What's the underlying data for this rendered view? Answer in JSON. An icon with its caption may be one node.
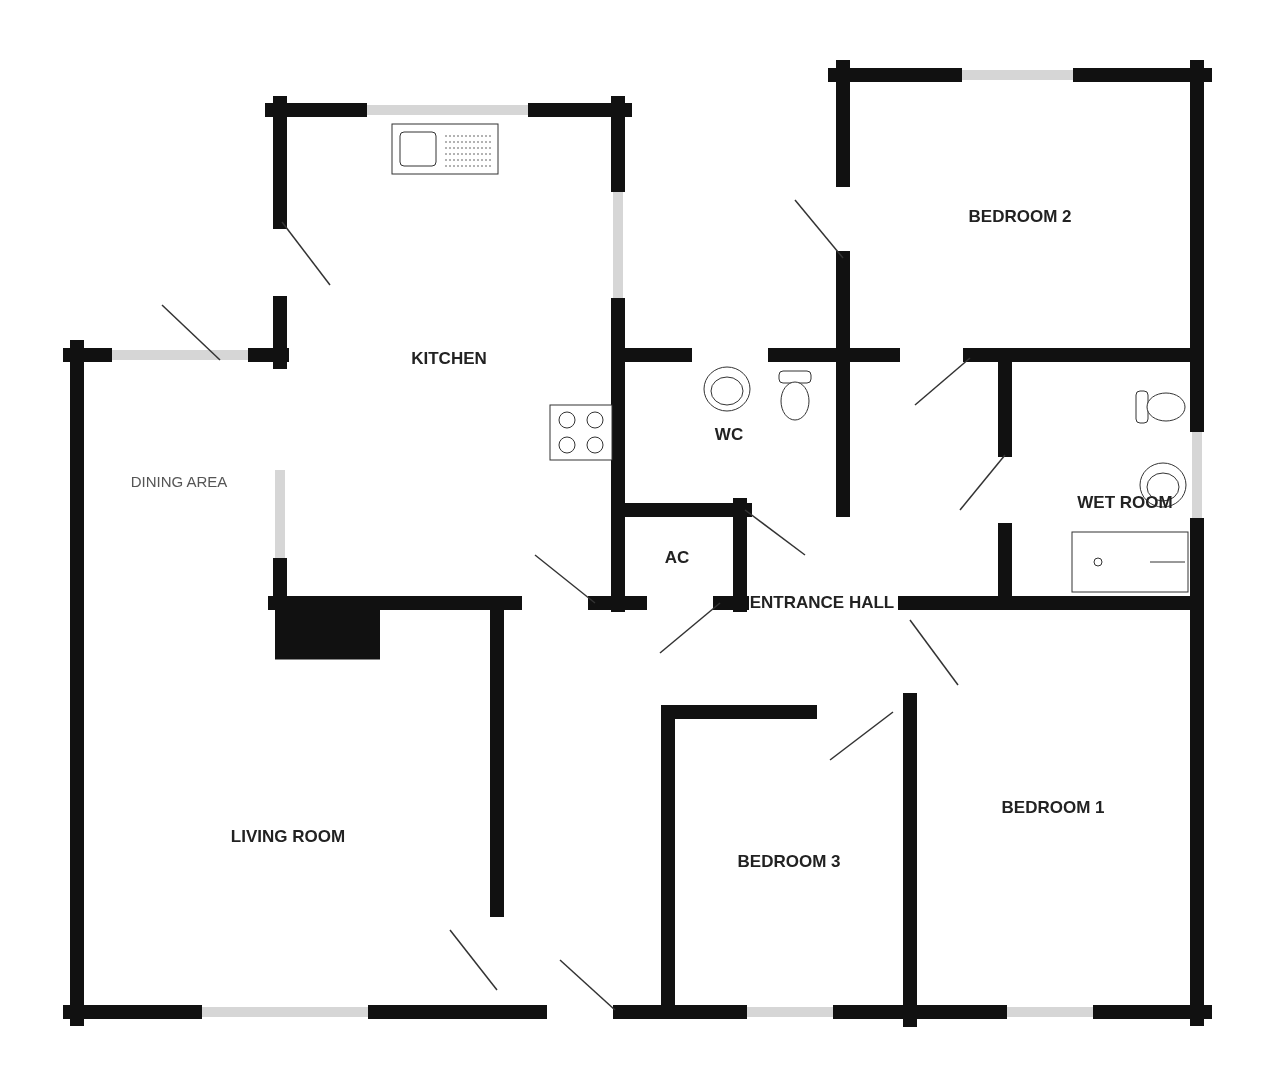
{
  "diagram": {
    "labels": [
      "BEDROOM 2",
      "KITCHEN",
      "WC",
      "DINING AREA",
      "WET ROOM",
      "AC",
      "ENTRANCE HALL",
      "BEDROOM 1",
      "LIVING ROOM",
      "BEDROOM 3"
    ]
  }
}
